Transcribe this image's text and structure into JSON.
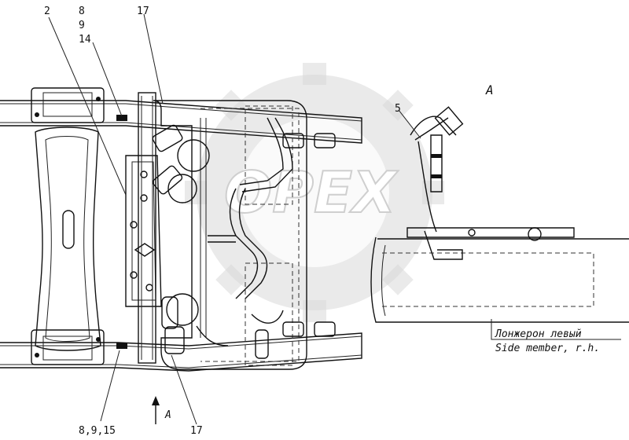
{
  "watermark": {
    "text": "OPEX"
  },
  "callouts": {
    "c_2": "2",
    "c_8": "8",
    "c_9": "9",
    "c_14": "14",
    "c_17_top": "17",
    "c_5": "5",
    "c_view_a": "A",
    "c_8_9_15": "8,9,15",
    "c_arrow_a": "A",
    "c_17_bottom": "17"
  },
  "side_member": {
    "label_ru": "Лонжерон левый",
    "label_en": "Side member, r.h."
  }
}
